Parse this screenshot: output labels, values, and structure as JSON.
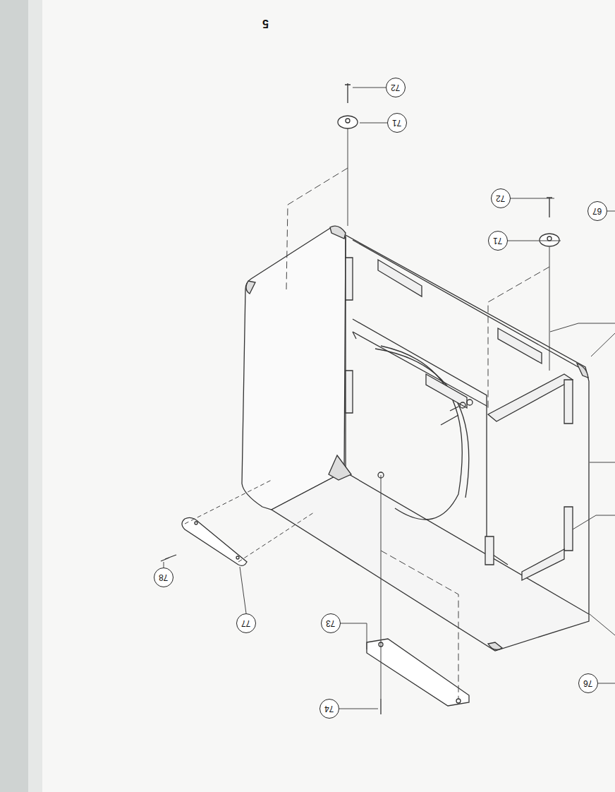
{
  "diagram": {
    "nodes": [
      {
        "text": [
          "72"
        ]
      },
      {
        "text": [
          "71"
        ]
      },
      {
        "text": [
          "72"
        ]
      },
      {
        "text": [
          "67"
        ]
      },
      {
        "text": [
          "71"
        ]
      },
      {
        "text": [
          "78"
        ]
      },
      {
        "text": [
          "77"
        ]
      },
      {
        "text": [
          "73"
        ]
      },
      {
        "text": [
          "76"
        ]
      },
      {
        "text": [
          "74"
        ]
      }
    ],
    "labels": [
      "5"
    ]
  }
}
